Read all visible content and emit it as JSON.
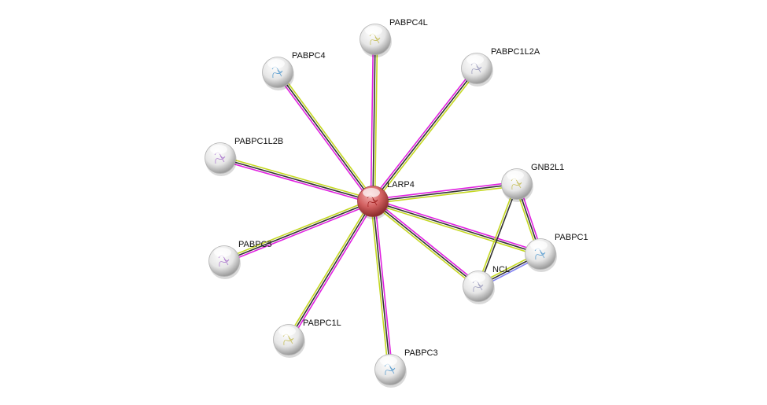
{
  "network": {
    "center": "LARP4",
    "nodes": [
      {
        "id": "LARP4",
        "label": "LARP4",
        "query": true,
        "color": "#d05050"
      },
      {
        "id": "PABPC4L",
        "label": "PABPC4L"
      },
      {
        "id": "PABPC4",
        "label": "PABPC4"
      },
      {
        "id": "PABPC1L2A",
        "label": "PABPC1L2A"
      },
      {
        "id": "PABPC1L2B",
        "label": "PABPC1L2B"
      },
      {
        "id": "GNB2L1",
        "label": "GNB2L1"
      },
      {
        "id": "PABPC1",
        "label": "PABPC1"
      },
      {
        "id": "NCL",
        "label": "NCL"
      },
      {
        "id": "PABPC5",
        "label": "PABPC5"
      },
      {
        "id": "PABPC1L",
        "label": "PABPC1L"
      },
      {
        "id": "PABPC3",
        "label": "PABPC3"
      }
    ],
    "edges": [
      {
        "from": "LARP4",
        "to": "PABPC4L",
        "channels": [
          "magenta",
          "black",
          "yellowgreen"
        ]
      },
      {
        "from": "LARP4",
        "to": "PABPC4",
        "channels": [
          "magenta",
          "black",
          "yellowgreen"
        ]
      },
      {
        "from": "LARP4",
        "to": "PABPC1L2A",
        "channels": [
          "magenta",
          "black",
          "yellowgreen"
        ]
      },
      {
        "from": "LARP4",
        "to": "PABPC1L2B",
        "channels": [
          "magenta",
          "black",
          "yellowgreen"
        ]
      },
      {
        "from": "LARP4",
        "to": "GNB2L1",
        "channels": [
          "magenta",
          "black",
          "yellowgreen"
        ]
      },
      {
        "from": "LARP4",
        "to": "PABPC1",
        "channels": [
          "magenta",
          "black",
          "yellowgreen"
        ]
      },
      {
        "from": "LARP4",
        "to": "NCL",
        "channels": [
          "magenta",
          "black",
          "yellowgreen"
        ]
      },
      {
        "from": "LARP4",
        "to": "PABPC5",
        "channels": [
          "magenta",
          "black",
          "yellowgreen"
        ]
      },
      {
        "from": "LARP4",
        "to": "PABPC1L",
        "channels": [
          "magenta",
          "black",
          "yellowgreen"
        ]
      },
      {
        "from": "LARP4",
        "to": "PABPC3",
        "channels": [
          "magenta",
          "black",
          "yellowgreen"
        ]
      },
      {
        "from": "GNB2L1",
        "to": "PABPC1",
        "channels": [
          "magenta",
          "black",
          "yellowgreen"
        ]
      },
      {
        "from": "GNB2L1",
        "to": "NCL",
        "channels": [
          "black",
          "yellowgreen"
        ]
      },
      {
        "from": "NCL",
        "to": "PABPC1",
        "channels": [
          "yellowgreen",
          "black",
          "blue"
        ]
      }
    ],
    "channel_colors": {
      "magenta": "#e020e0",
      "black": "#333333",
      "yellowgreen": "#c4d820",
      "blue": "#8080f0"
    }
  }
}
